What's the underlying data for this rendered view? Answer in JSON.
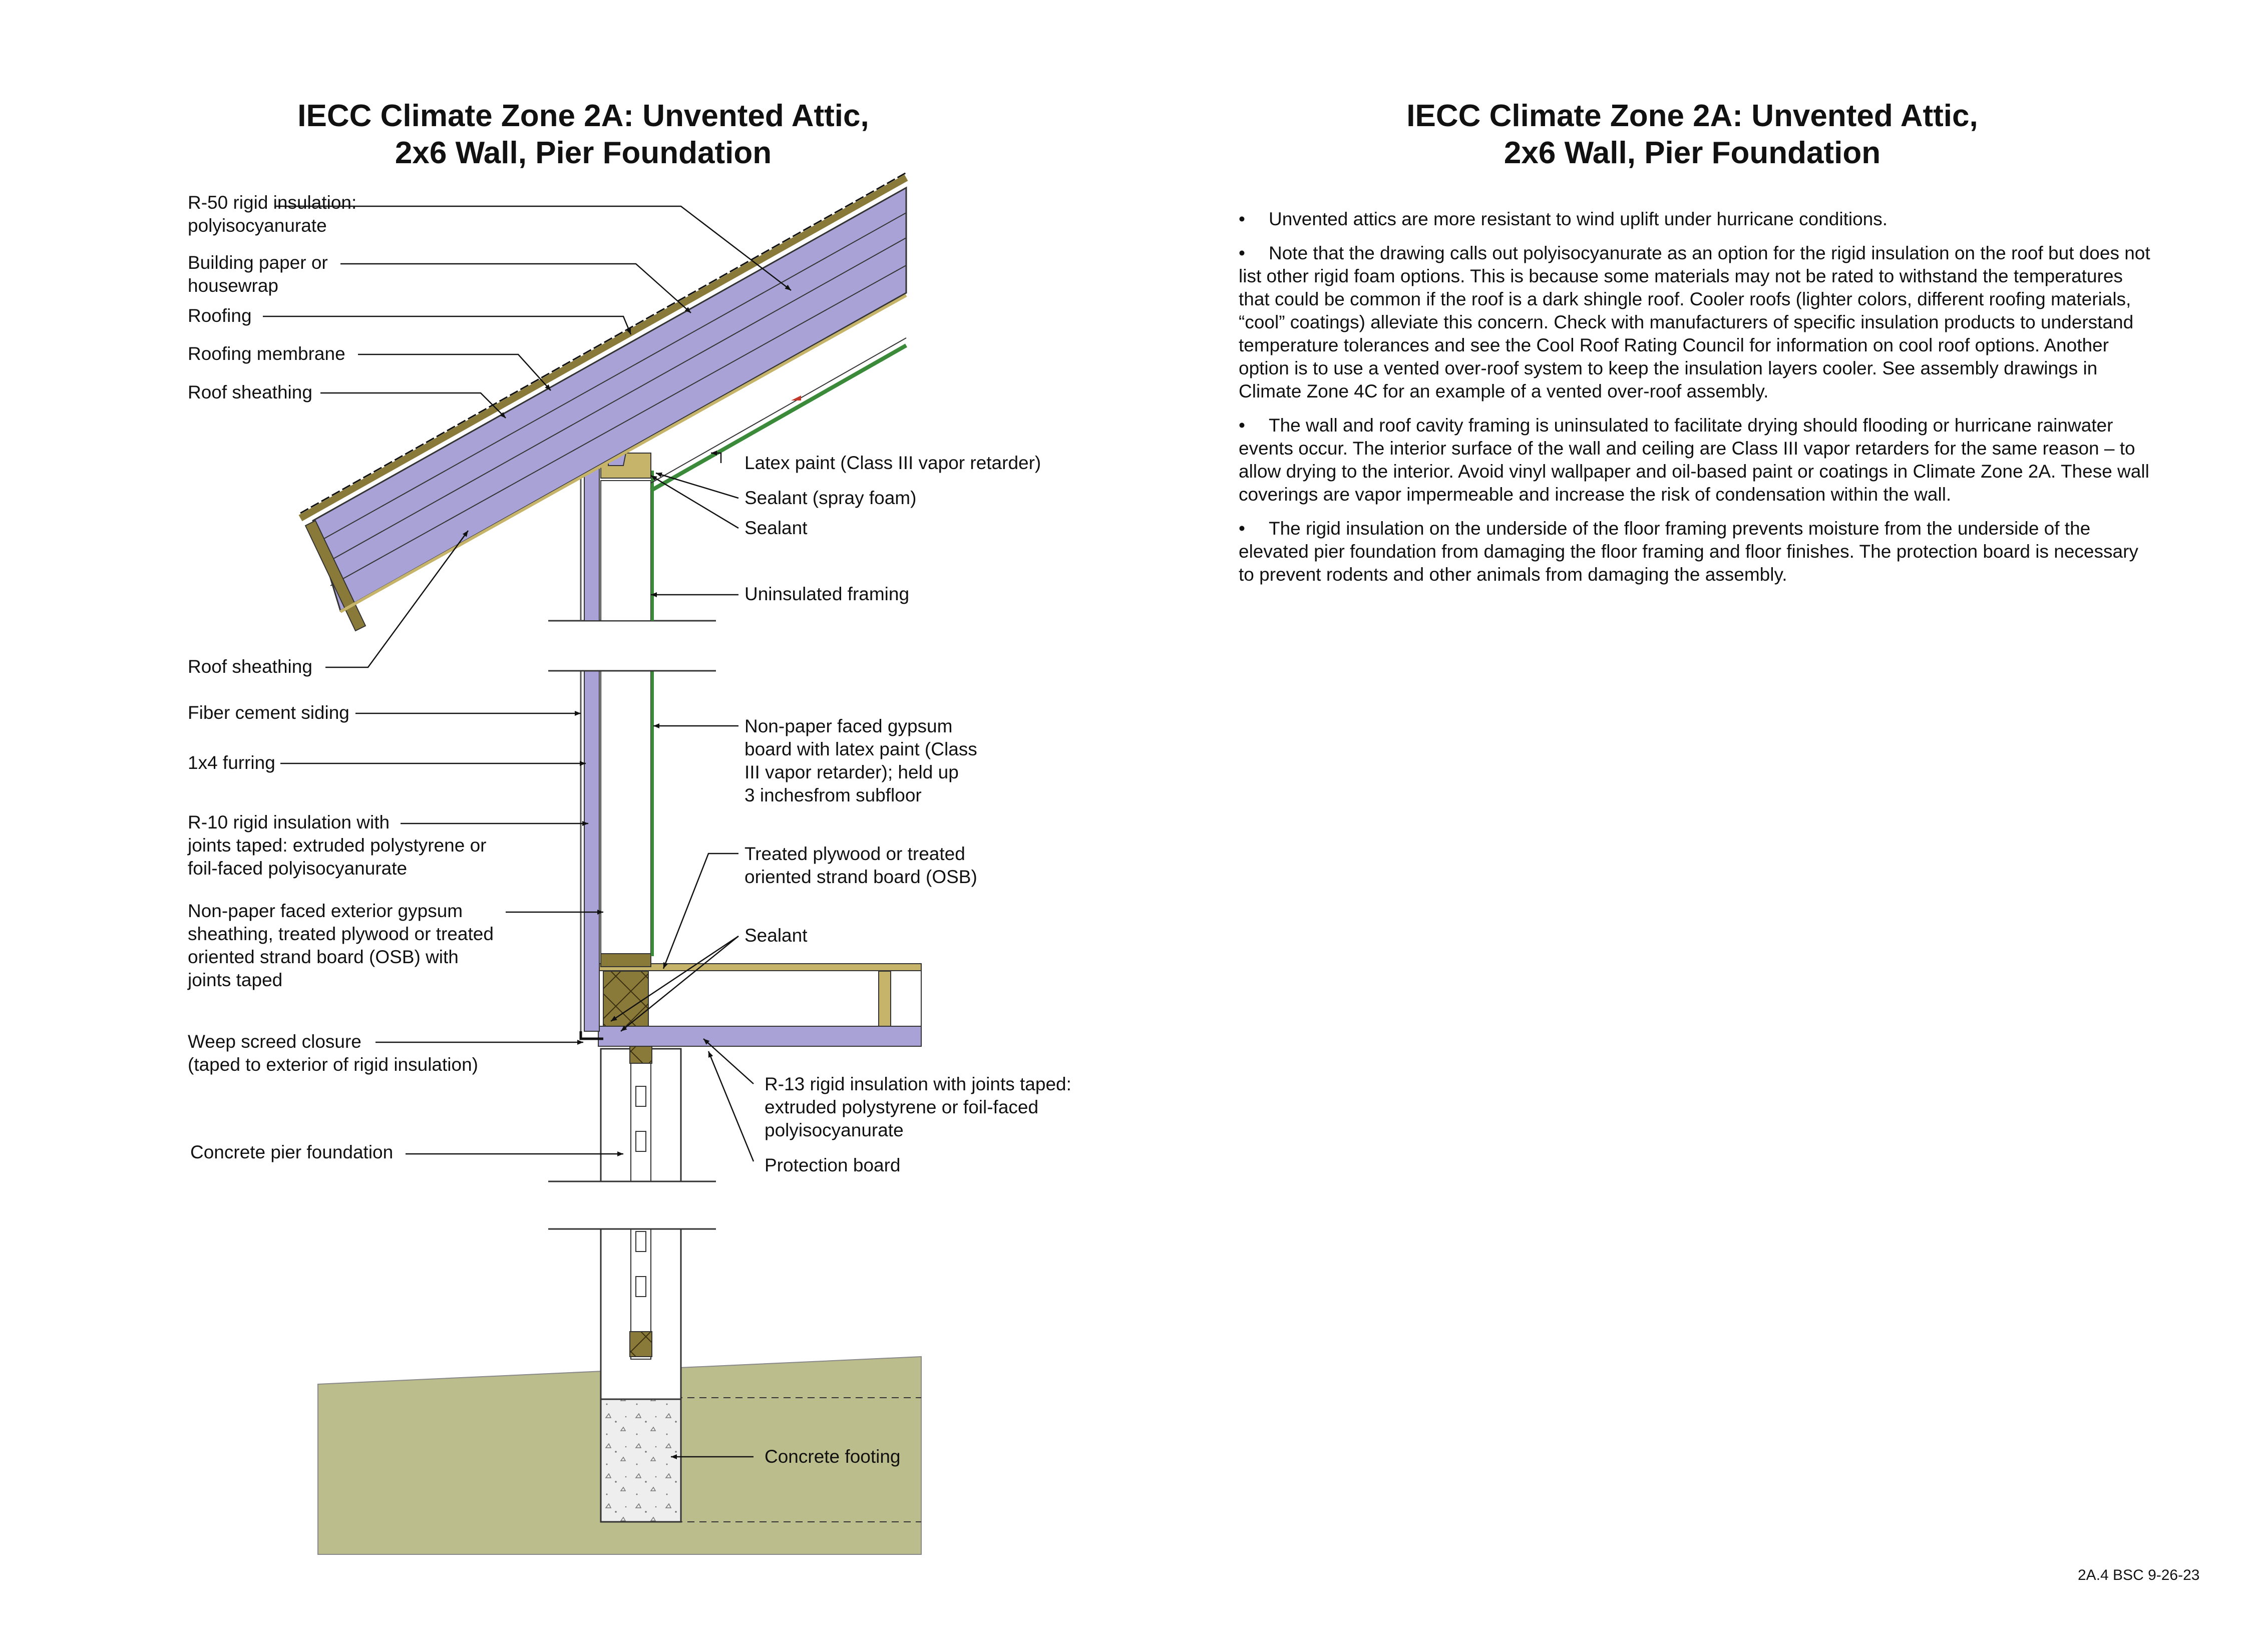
{
  "diagram_title_line1": "IECC Climate Zone 2A: Unvented Attic,",
  "diagram_title_line2": "2x6 Wall, Pier Foundation",
  "text_title_line1": "IECC Climate Zone 2A: Unvented Attic,",
  "text_title_line2": "2x6 Wall, Pier Foundation",
  "labels": {
    "r50": "R-50 rigid insulation:\npolyisocyanurate",
    "building_paper": "Building paper or\nhousewrap",
    "roofing": "Roofing",
    "roofing_membrane": "Roofing membrane",
    "roof_sheathing_top": "Roof sheathing",
    "roof_sheathing_bottom": "Roof sheathing",
    "fiber_cement": "Fiber cement siding",
    "furring": "1x4 furring",
    "r10": "R-10 rigid insulation with\njoints taped: extruded polystyrene or\nfoil-faced polyisocyanurate",
    "ext_sheathing": "Non-paper faced exterior gypsum\nsheathing, treated plywood or treated\noriented strand board (OSB) with\njoints taped",
    "weep_screed": "Weep screed closure\n(taped to exterior of rigid insulation)",
    "concrete_pier": "Concrete pier foundation",
    "latex_paint": "Latex paint (Class III vapor retarder)",
    "sealant_spray": "Sealant (spray foam)",
    "sealant_top": "Sealant",
    "uninsulated": "Uninsulated framing",
    "gypsum_board": "Non-paper faced gypsum\nboard with latex paint (Class\nIII vapor retarder); held up\n3 inchesfrom subfloor",
    "treated_plywood": "Treated plywood or treated\noriented strand board (OSB)",
    "sealant_floor": "Sealant",
    "r13": "R-13 rigid insulation with joints taped:\nextruded polystyrene or foil-faced\npolyisocyanurate",
    "protection_board": "Protection board",
    "concrete_footing": "Concrete footing"
  },
  "notes": [
    "Unvented attics are more resistant to wind uplift under hurricane conditions.",
    "Note that the drawing calls out polyisocyanurate as an option for the rigid insulation on the roof but does not list other rigid foam options. This is because some materials may not be rated to withstand the temperatures that could be common if the roof is a dark shingle roof. Cooler roofs (lighter colors, different roofing materials, “cool” coatings) alleviate this concern. Check with manufacturers of specific insulation products to understand temperature tolerances and see the Cool Roof Rating Council for information on cool roof options. Another option is to use a vented over-roof system to keep the insulation layers cooler. See assembly drawings in Climate Zone 4C for an example of a vented over-roof assembly.",
    "The wall and roof cavity framing is uninsulated to facilitate drying should flooding or hurricane rainwater events occur. The interior surface of the wall and ceiling are Class III vapor retarders for the same reason – to allow drying to the interior. Avoid vinyl wallpaper and oil-based paint or coatings in Climate Zone 2A. These wall coverings are vapor impermeable and increase the risk of condensation within the wall.",
    "The rigid insulation on the underside of the floor framing prevents moisture from the underside of the elevated pier foundation from damaging the floor framing and floor finishes. The protection board is necessary to prevent rodents and other animals from damaging the assembly."
  ],
  "bullet": "•",
  "footer": "2A.4 BSC 9-26-23",
  "colors": {
    "insulation": "#a9a2d6",
    "wood": "#8a7a3a",
    "wood_light": "#c6b46a",
    "ground": "#bcbd8c",
    "interior_green": "#3a8a3a",
    "membrane_red": "#c0392b"
  }
}
